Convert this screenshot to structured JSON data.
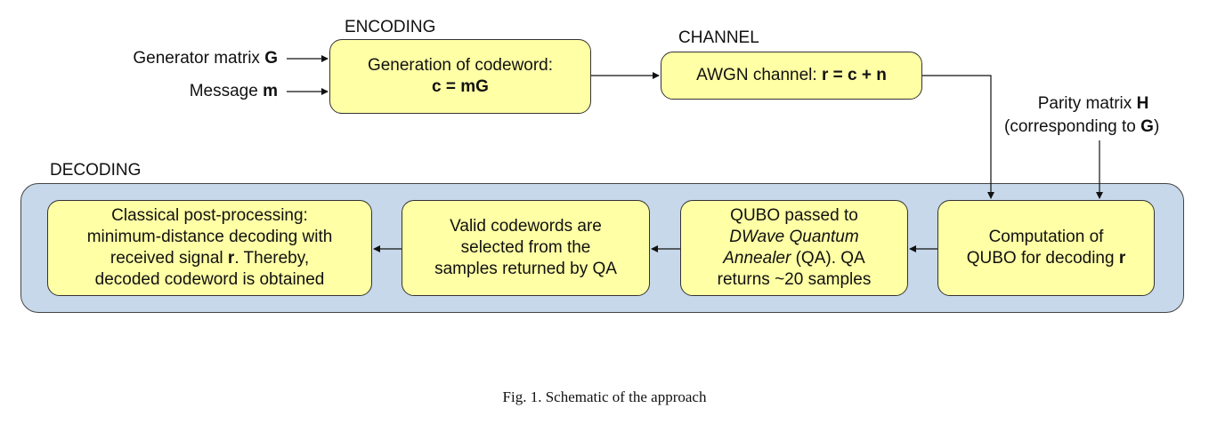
{
  "labels": {
    "encoding": "ENCODING",
    "channel": "CHANNEL",
    "decoding": "DECODING"
  },
  "inputs": {
    "generator_text": "Generator matrix ",
    "generator_bold": "G",
    "message_text": "Message ",
    "message_bold": "m",
    "parity_text": "Parity matrix ",
    "parity_bold": "H",
    "parity_sub_pre": "(corresponding to ",
    "parity_sub_bold": "G",
    "parity_sub_post": ")"
  },
  "boxes": {
    "encoding": {
      "line1": "Generation of codeword:",
      "line2_bold": "c = mG"
    },
    "channel": {
      "text": "AWGN channel: ",
      "bold": "r = c + n"
    },
    "qubo_computation": {
      "line1": "Computation of",
      "line2_text": "QUBO for decoding ",
      "line2_bold": "r"
    },
    "qubo_annealer": {
      "line1": "QUBO passed to",
      "line2_italic": "DWave Quantum",
      "line3_italic": "Annealer",
      "line3_text": " (QA). QA",
      "line4": "returns ~20 samples"
    },
    "valid_codewords": {
      "line1": "Valid codewords are",
      "line2": "selected from the",
      "line3": "samples returned by QA"
    },
    "post_processing": {
      "line1": "Classical post-processing:",
      "line2": "minimum-distance decoding with",
      "line3_text": "received signal ",
      "line3_bold": "r",
      "line3_post": ". Thereby,",
      "line4": "decoded codeword is obtained"
    }
  },
  "caption": "Fig. 1.  Schematic of the approach"
}
